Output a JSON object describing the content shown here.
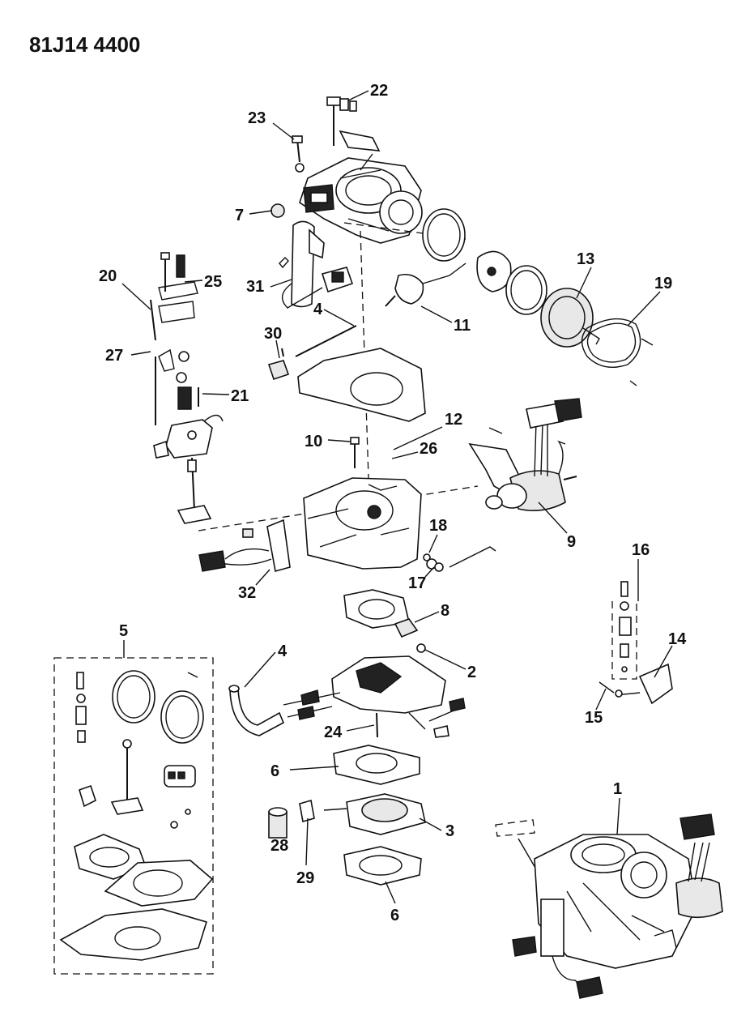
{
  "drawing_code": "81J14 4400",
  "callouts": {
    "p1": "1",
    "p2": "2",
    "p3": "3",
    "p4a": "4",
    "p4b": "4",
    "p5": "5",
    "p6a": "6",
    "p6b": "6",
    "p7": "7",
    "p8": "8",
    "p9": "9",
    "p10": "10",
    "p11": "11",
    "p12": "12",
    "p13": "13",
    "p14": "14",
    "p15": "15",
    "p16": "16",
    "p17": "17",
    "p18": "18",
    "p19": "19",
    "p20": "20",
    "p21": "21",
    "p22": "22",
    "p23": "23",
    "p24": "24",
    "p25": "25",
    "p26": "26",
    "p27": "27",
    "p28": "28",
    "p29": "29",
    "p30": "30",
    "p31": "31",
    "p32": "32"
  }
}
